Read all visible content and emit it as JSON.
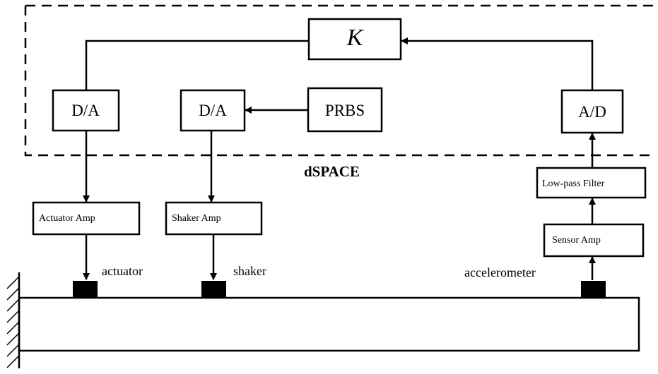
{
  "diagram": {
    "controller_label": "K",
    "dspace_label": "dSPACE",
    "blocks": {
      "da_actuator": "D/A",
      "da_shaker": "D/A",
      "prbs": "PRBS",
      "ad": "A/D",
      "actuator_amp": "Actuator Amp",
      "shaker_amp": "Shaker Amp",
      "lowpass": "Low-pass Filter",
      "sensor_amp": "Sensor Amp"
    },
    "components": {
      "actuator": "actuator",
      "shaker": "shaker",
      "accelerometer": "accelerometer"
    }
  }
}
